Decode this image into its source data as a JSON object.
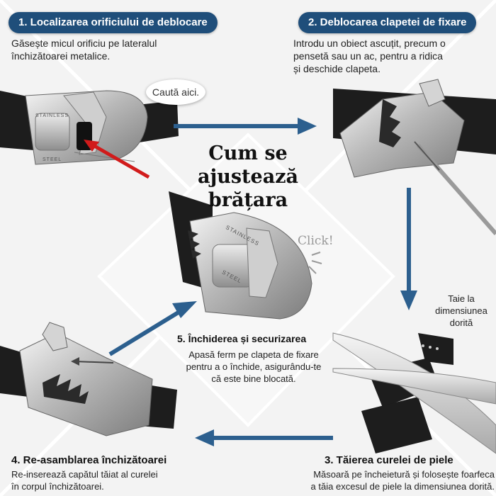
{
  "title": "Cum se\najustează\nbrățara",
  "steps": [
    {
      "title": "1. Localizarea orificiului de deblocare",
      "desc": "Găsește micul orificiu pe lateralul\nînchizătoarei metalice.",
      "callout": "Caută aici."
    },
    {
      "title": "2. Deblocarea clapetei de fixare",
      "desc": "Introdu un obiect ascuțit, precum o\npensetă sau un ac, pentru a ridica\nși deschide clapeta."
    },
    {
      "title": "3. Tăierea curelei de piele",
      "desc": "Măsoară pe încheietură și folosește foarfeca\na tăia excesul de piele la dimensiunea dorită.",
      "callout": "Taie la\ndimensiunea\ndorită"
    },
    {
      "title": "4. Re-asamblarea închizătoarei",
      "desc": "Re-inserează capătul tăiat al curelei\nîn corpul închizătoarei."
    },
    {
      "title": "5. Închiderea și securizarea",
      "desc": "Apasă ferm pe clapeta de fixare\npentru a o închide, asigurându-te\ncă este bine blocată."
    }
  ],
  "click_label": "Click!",
  "buckle_text": {
    "top": "STAINLESS",
    "bottom": "STEEL"
  },
  "colors": {
    "accent": "#1f4e7a",
    "arrow": "#2c5f8e",
    "pointer": "#d11b1b"
  }
}
